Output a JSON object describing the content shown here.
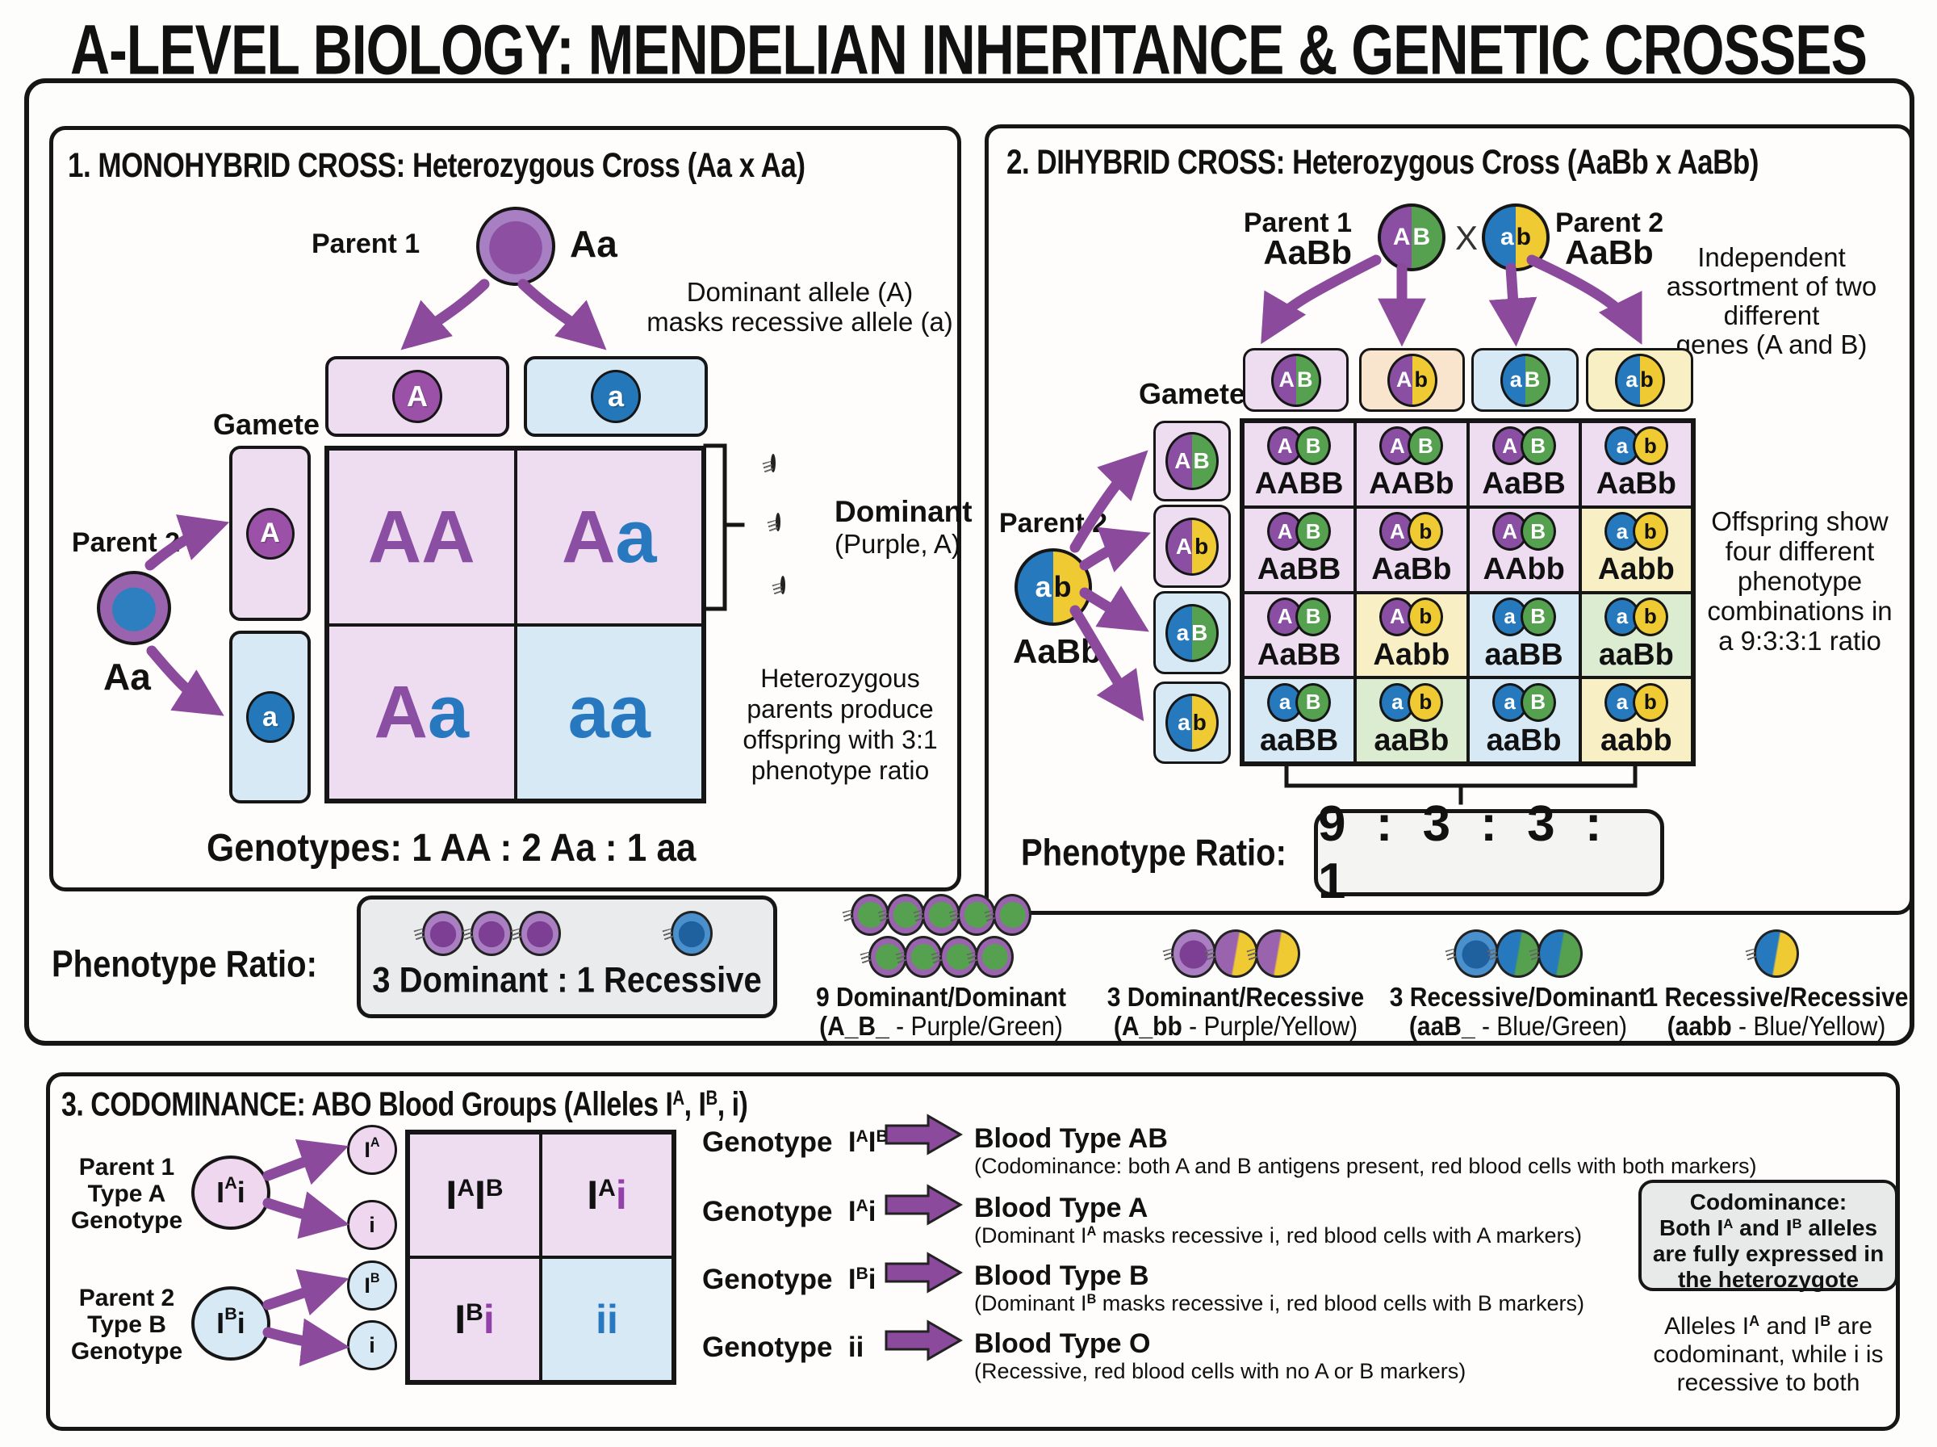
{
  "palette": {
    "purple": "#8a4ea3",
    "blue": "#2679bd",
    "green": "#55a14f",
    "yellow": "#f0ca33",
    "lavender_bg": "#eedcf1",
    "blue_bg": "#d8e9f6",
    "green_bg": "#dcecd1",
    "yellow_bg": "#f8efc4",
    "peach_bg": "#f9e4cd",
    "gray_bg": "#e9ebec",
    "arrow": "#8b4a9c",
    "border": "#161616"
  },
  "title": "A-LEVEL BIOLOGY: MENDELIAN INHERITANCE & GENETIC CROSSES",
  "mono": {
    "header": "1. MONOHYBRID CROSS: Heterozygous Cross (Aa x Aa)",
    "parent1_label": "Parent 1",
    "parent1_genotype": "Aa",
    "parent2_label": "Parent 2",
    "parent2_genotype": "Aa",
    "dom_note_1": "Dominant allele (A)",
    "dom_note_2": "masks recessive allele (a)",
    "gamete_label": "Gamete",
    "col_gametes": [
      "A",
      "a"
    ],
    "row_gametes": [
      "A",
      "a"
    ],
    "cells": [
      {
        "letters": [
          "A",
          "A"
        ]
      },
      {
        "letters": [
          "A",
          "a"
        ]
      },
      {
        "letters": [
          "A",
          "a"
        ]
      },
      {
        "letters": [
          "a",
          "a"
        ]
      }
    ],
    "dominant_caption": "Dominant",
    "dominant_sub": "(Purple, A)",
    "het_note": [
      "Heterozygous",
      "parents produce",
      "offspring with 3:1",
      "phenotype ratio"
    ],
    "genotypes_line": "Genotypes: 1 AA : 2 Aa : 1 aa"
  },
  "di": {
    "header": "2. DIHYBRID CROSS: Heterozygous Cross (AaBb x AaBb)",
    "parent1_label": "Parent 1",
    "parent1_genotype": "AaBb",
    "cross_symbol": "X",
    "parent2_label": "Parent 2",
    "parent2_genotype": "AaBb",
    "parent1_circle": [
      "A",
      "B"
    ],
    "parent2_circle": [
      "a",
      "b"
    ],
    "indep_note": [
      "Independent",
      "assortment of two different",
      "genes (A and B)"
    ],
    "gamete_label": "Gamete",
    "col_gametes": [
      [
        "A",
        "B"
      ],
      [
        "A",
        "b"
      ],
      [
        "a",
        "B"
      ],
      [
        "a",
        "b"
      ]
    ],
    "side_parent_label": "Parent 2",
    "side_parent_circle": [
      "a",
      "b"
    ],
    "side_parent_genotype": "AaBb",
    "row_gametes": [
      [
        "A",
        "B"
      ],
      [
        "A",
        "b"
      ],
      [
        "a",
        "B"
      ],
      [
        "a",
        "b"
      ]
    ],
    "grid": [
      {
        "icons": [
          "A",
          "B"
        ],
        "genotype": "AABB"
      },
      {
        "icons": [
          "A",
          "B"
        ],
        "genotype": "AABb"
      },
      {
        "icons": [
          "A",
          "B"
        ],
        "genotype": "AaBB"
      },
      {
        "icons": [
          "a",
          "b"
        ],
        "genotype": "AaBb"
      },
      {
        "icons": [
          "A",
          "B"
        ],
        "genotype": "AaBB"
      },
      {
        "icons": [
          "A",
          "b"
        ],
        "genotype": "AaBb"
      },
      {
        "icons": [
          "A",
          "B"
        ],
        "genotype": "AAbb"
      },
      {
        "icons": [
          "a",
          "b"
        ],
        "genotype": "Aabb"
      },
      {
        "icons": [
          "A",
          "B"
        ],
        "genotype": "AaBB"
      },
      {
        "icons": [
          "A",
          "b"
        ],
        "genotype": "Aabb"
      },
      {
        "icons": [
          "a",
          "B"
        ],
        "genotype": "aaBB"
      },
      {
        "icons": [
          "a",
          "b"
        ],
        "genotype": "aaBb"
      },
      {
        "icons": [
          "a",
          "B"
        ],
        "genotype": "aaBB"
      },
      {
        "icons": [
          "a",
          "b"
        ],
        "genotype": "aaBb"
      },
      {
        "icons": [
          "a",
          "B"
        ],
        "genotype": "aaBb"
      },
      {
        "icons": [
          "a",
          "b"
        ],
        "genotype": "aabb"
      }
    ],
    "offspring_note": [
      "Offspring show",
      "four different",
      "phenotype",
      "combinations in",
      "a 9:3:3:1 ratio"
    ],
    "ratio_label": "Phenotype Ratio:",
    "ratio_value": "9 : 3 : 3 : 1"
  },
  "pheno": {
    "label": "Phenotype Ratio:",
    "box_text": "3 Dominant : 1 Recessive",
    "groups": [
      {
        "title": "9 Dominant/Dominant",
        "code": "(A_B_",
        "rest": " - Purple/Green)"
      },
      {
        "title": "3 Dominant/Recessive",
        "code": "(A_bb",
        "rest": " - Purple/Yellow)"
      },
      {
        "title": "3 Recessive/Dominant",
        "code": "(aaB_",
        "rest": " - Blue/Green)"
      },
      {
        "title": "1 Recessive/Recessive",
        "code": "(aabb",
        "rest": " - Blue/Yellow)"
      }
    ]
  },
  "abo": {
    "header": "3. CODOMINANCE: ABO Blood Groups (Alleles I^A, I^B, i)",
    "genotype_word": "Genotype",
    "parent1_label": [
      "Parent 1",
      "Type A",
      "Genotype"
    ],
    "parent1_genotype": "I^Ai",
    "parent1_gametes": [
      "I^A",
      "i"
    ],
    "parent2_label": [
      "Parent 2",
      "Type B",
      "Genotype"
    ],
    "parent2_genotype": "I^Bi",
    "parent2_gametes": [
      "I^B",
      "i"
    ],
    "punnett": [
      {
        "p1": "I^A",
        "p2": "I^B"
      },
      {
        "p1": "I^A",
        "p2": "i"
      },
      {
        "p1": "I^B",
        "p2": "i"
      },
      {
        "p1": "i",
        "p2": "i"
      }
    ],
    "rows": [
      {
        "genotype": "I^AI^B",
        "blood": "Blood Type AB",
        "desc": "(Codominance: both A and B antigens present, red blood cells with both markers)"
      },
      {
        "genotype": "I^Ai",
        "blood": "Blood Type A",
        "desc": "(Dominant I^A masks recessive i, red blood cells with A markers)"
      },
      {
        "genotype": "I^Bi",
        "blood": "Blood Type B",
        "desc": "(Dominant I^B masks recessive i, red blood cells with B markers)"
      },
      {
        "genotype": "ii",
        "blood": "Blood Type O",
        "desc": "(Recessive, red blood cells with no A or B markers)"
      }
    ],
    "codominance_box": [
      "Codominance:",
      "Both I^A and I^B alleles",
      "are fully expressed in",
      "the heterozygote"
    ],
    "codominant_note": [
      "Alleles I^A and I^B are",
      "codominant, while i is",
      "recessive to both"
    ]
  }
}
